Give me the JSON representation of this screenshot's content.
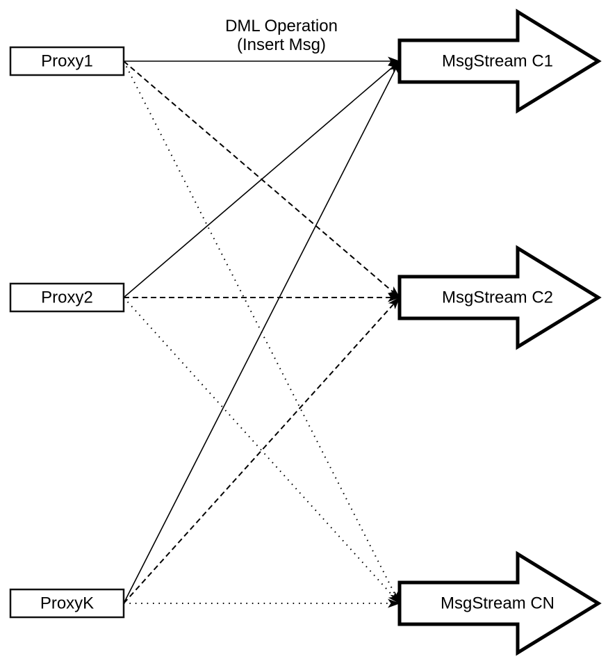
{
  "title": {
    "line1": "DML Operation",
    "line2": "(Insert Msg)"
  },
  "proxies": [
    {
      "id": "proxy1",
      "label": "Proxy1"
    },
    {
      "id": "proxy2",
      "label": "Proxy2"
    },
    {
      "id": "proxyk",
      "label": "ProxyK"
    }
  ],
  "streams": [
    {
      "id": "c1",
      "label": "MsgStream C1"
    },
    {
      "id": "c2",
      "label": "MsgStream C2"
    },
    {
      "id": "cn",
      "label": "MsgStream CN"
    }
  ],
  "edges": [
    {
      "from": "proxy1",
      "to": "c1",
      "style": "solid"
    },
    {
      "from": "proxy1",
      "to": "c2",
      "style": "dashed"
    },
    {
      "from": "proxy1",
      "to": "cn",
      "style": "dotted"
    },
    {
      "from": "proxy2",
      "to": "c1",
      "style": "solid"
    },
    {
      "from": "proxy2",
      "to": "c2",
      "style": "dashed"
    },
    {
      "from": "proxy2",
      "to": "cn",
      "style": "dotted"
    },
    {
      "from": "proxyk",
      "to": "c1",
      "style": "solid"
    },
    {
      "from": "proxyk",
      "to": "c2",
      "style": "dashed"
    },
    {
      "from": "proxyk",
      "to": "cn",
      "style": "dotted"
    }
  ],
  "colors": {
    "ink": "#000000",
    "background": "#ffffff"
  }
}
